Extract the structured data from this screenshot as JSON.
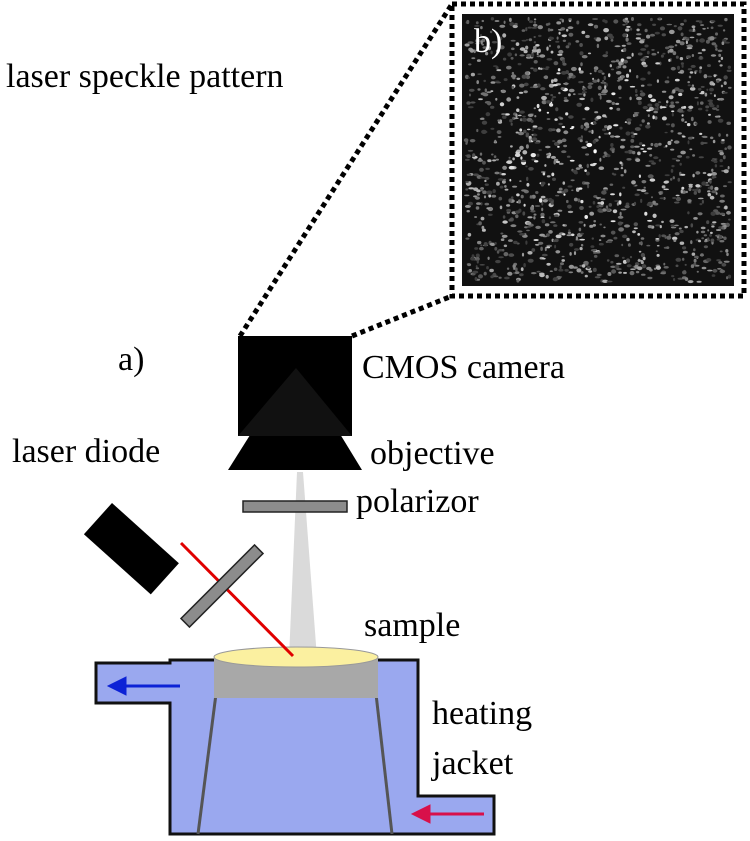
{
  "panel_a_label": "a)",
  "panel_b_label": "b)",
  "labels": {
    "speckle": "laser speckle pattern",
    "camera": "CMOS camera",
    "objective": "objective",
    "polarizor": "polarizor",
    "laser_diode": "laser diode",
    "sample": "sample",
    "heating_line1": "heating",
    "heating_line2": "jacket"
  },
  "colors": {
    "jacket": "#9aa8ef",
    "jacket_stroke": "#111111",
    "sample": "#fbf0a0",
    "sample_holder": "#a8a8a8",
    "laser_beam": "#e00000",
    "outflow_arrow": "#0c22d6",
    "inflow_arrow": "#d8104a",
    "light_cone": "#dadada",
    "speckle_background": "#111111"
  },
  "icons": {
    "outflow": "arrow-left-icon",
    "inflow": "arrow-left-icon"
  }
}
